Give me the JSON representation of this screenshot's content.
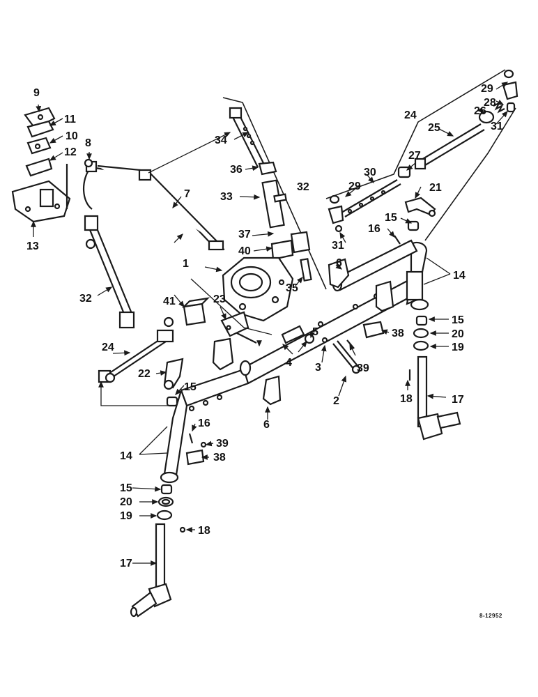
{
  "figure": {
    "reference": "8-12952",
    "callouts": [
      "1",
      "2",
      "3",
      "4",
      "5",
      "6",
      "6",
      "7",
      "8",
      "9",
      "10",
      "11",
      "12",
      "13",
      "14",
      "14",
      "15",
      "15",
      "15",
      "15",
      "16",
      "16",
      "17",
      "17",
      "18",
      "18",
      "19",
      "19",
      "20",
      "20",
      "21",
      "22",
      "23",
      "24",
      "24",
      "25",
      "26",
      "27",
      "28",
      "29",
      "29",
      "30",
      "31",
      "31",
      "32",
      "32",
      "33",
      "34",
      "35",
      "36",
      "37",
      "38",
      "38",
      "39",
      "39",
      "40",
      "41"
    ]
  }
}
